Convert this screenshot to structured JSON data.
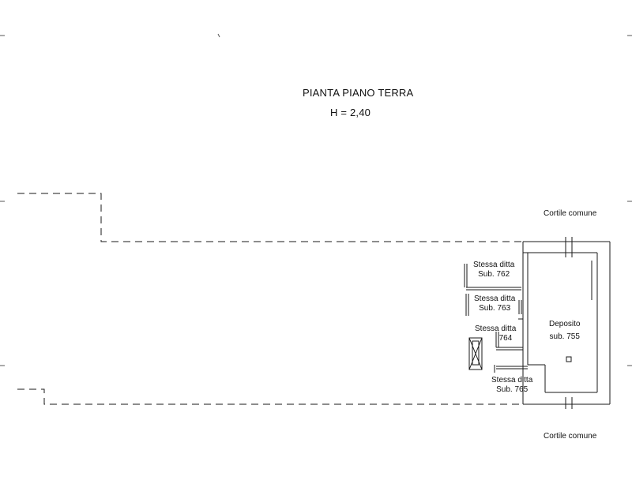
{
  "drawing": {
    "title": "PIANTA PIANO TERRA",
    "height_label": "H = 2,40"
  },
  "labels": {
    "courtyard_top": "Cortile comune",
    "courtyard_bottom": "Cortile comune",
    "sub762": {
      "line1": "Stessa ditta",
      "line2": "Sub. 762"
    },
    "sub763": {
      "line1": "Stessa ditta",
      "line2": "Sub. 763"
    },
    "sub764": {
      "line1": "Stessa ditta",
      "line2": "764"
    },
    "sub765": {
      "line1": "Stessa ditta",
      "line2": "Sub. 765"
    },
    "deposito": {
      "line1": "Deposito",
      "line2": "sub. 755"
    }
  },
  "colors": {
    "ink": "#1a1a1a",
    "wall_fill": "#ffffff",
    "paper": "#ffffff"
  }
}
